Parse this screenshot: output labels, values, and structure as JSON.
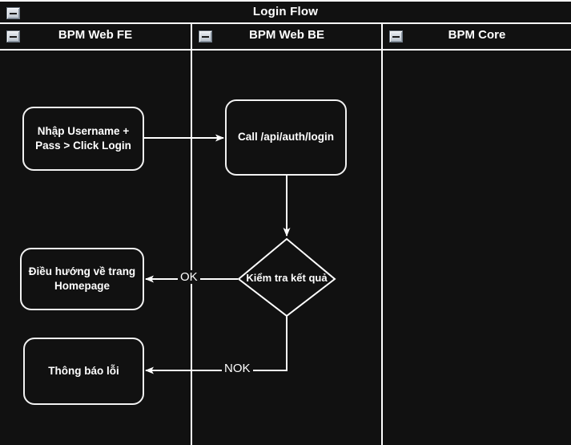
{
  "diagram": {
    "title": "Login Flow",
    "collapse_icon": "minus-square-icon",
    "lanes": [
      {
        "id": "fe",
        "label": "BPM Web FE"
      },
      {
        "id": "be",
        "label": "BPM Web BE"
      },
      {
        "id": "core",
        "label": "BPM Core"
      }
    ],
    "nodes": [
      {
        "id": "n1",
        "lane": "fe",
        "type": "process",
        "text": "Nhập Username +\nPass > Click Login"
      },
      {
        "id": "n2",
        "lane": "be",
        "type": "process",
        "text": "Call /api/auth/login"
      },
      {
        "id": "n3",
        "lane": "be",
        "type": "decision",
        "text": "Kiểm tra kết quả"
      },
      {
        "id": "n4",
        "lane": "fe",
        "type": "process",
        "text": "Điều hướng về trang\nHomepage"
      },
      {
        "id": "n5",
        "lane": "fe",
        "type": "process",
        "text": "Thông báo lỗi"
      }
    ],
    "edges": [
      {
        "id": "e1",
        "from": "n1",
        "to": "n2",
        "label": ""
      },
      {
        "id": "e2",
        "from": "n2",
        "to": "n3",
        "label": ""
      },
      {
        "id": "e3",
        "from": "n3",
        "to": "n4",
        "label": "OK"
      },
      {
        "id": "e4",
        "from": "n3",
        "to": "n5",
        "label": "NOK"
      }
    ],
    "colors": {
      "background": "#111111",
      "stroke": "#ffffff",
      "text": "#ffffff",
      "button_face": "#d4dae1"
    }
  }
}
